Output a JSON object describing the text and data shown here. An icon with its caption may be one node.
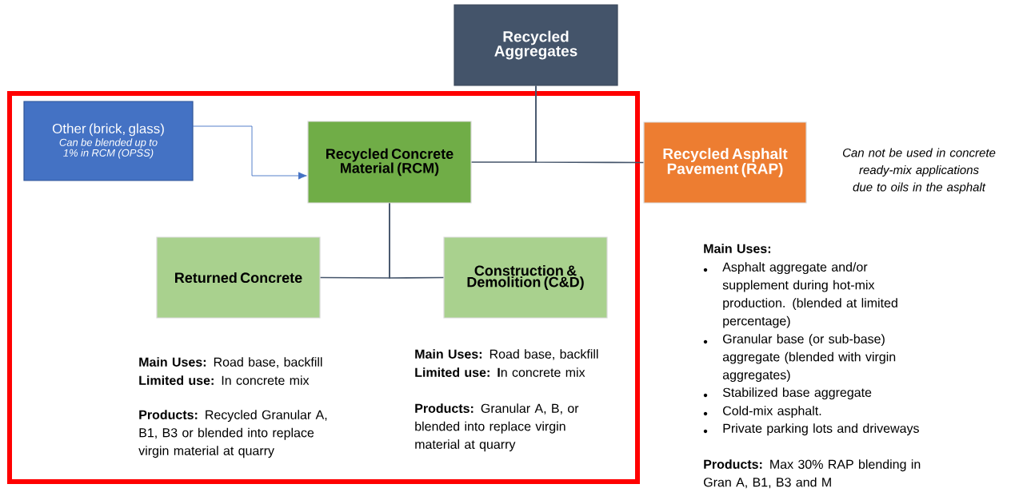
{
  "diagram": {
    "nodes": [
      {
        "text": [
          "Recycled Aggregates"
        ]
      },
      {
        "text": [
          "Other (brick, glass)",
          "Can be blended up to 1% in RCM (OPSS)"
        ]
      },
      {
        "text": [
          "Recycled Concrete Material (RCM)"
        ]
      },
      {
        "text": [
          "Recycled Asphalt Pavement (RAP)"
        ],
        "beside": [
          "Can not be used in concrete ready-mix applications due to oils in the asphalt"
        ]
      },
      {
        "text": [
          "Returned Concrete"
        ]
      },
      {
        "text": [
          "Construction & Demolition (C&D)"
        ]
      }
    ],
    "edges": [
      {
        "from": 0,
        "to": 2,
        "arrow": "none"
      },
      {
        "from": 0,
        "to": 3,
        "arrow": "none"
      },
      {
        "from": 1,
        "to": 2,
        "arrow": "to",
        "color": "#4472c4"
      },
      {
        "from": 2,
        "to": 4,
        "arrow": "none"
      },
      {
        "from": 2,
        "to": 5,
        "arrow": "none"
      }
    ],
    "labels": [
      "**Main Uses:** Road base, backfill",
      "**Limited use:** In concrete mix",
      "**Products:** Recycled Granular A, B1, B3 or blended into replace virgin material at quarry",
      "**Main Uses:** Road base, backfill",
      "**Limited use: I**n concrete mix",
      "**Products:** Granular A, B, or blended into replace virgin material at quarry",
      "Main Uses:",
      "Asphalt aggregate and/or supplement during hot-mix production. (blended at limited percentage)",
      "Granular base (or sub-base) aggregate (blended with virgin aggregates)",
      "Stabilized base aggregate",
      "Cold-mix asphalt.",
      "Private parking lots and driveways",
      "**Products:** Max 30% RAP blending in Gran A, B1, B3 and M"
    ]
  }
}
